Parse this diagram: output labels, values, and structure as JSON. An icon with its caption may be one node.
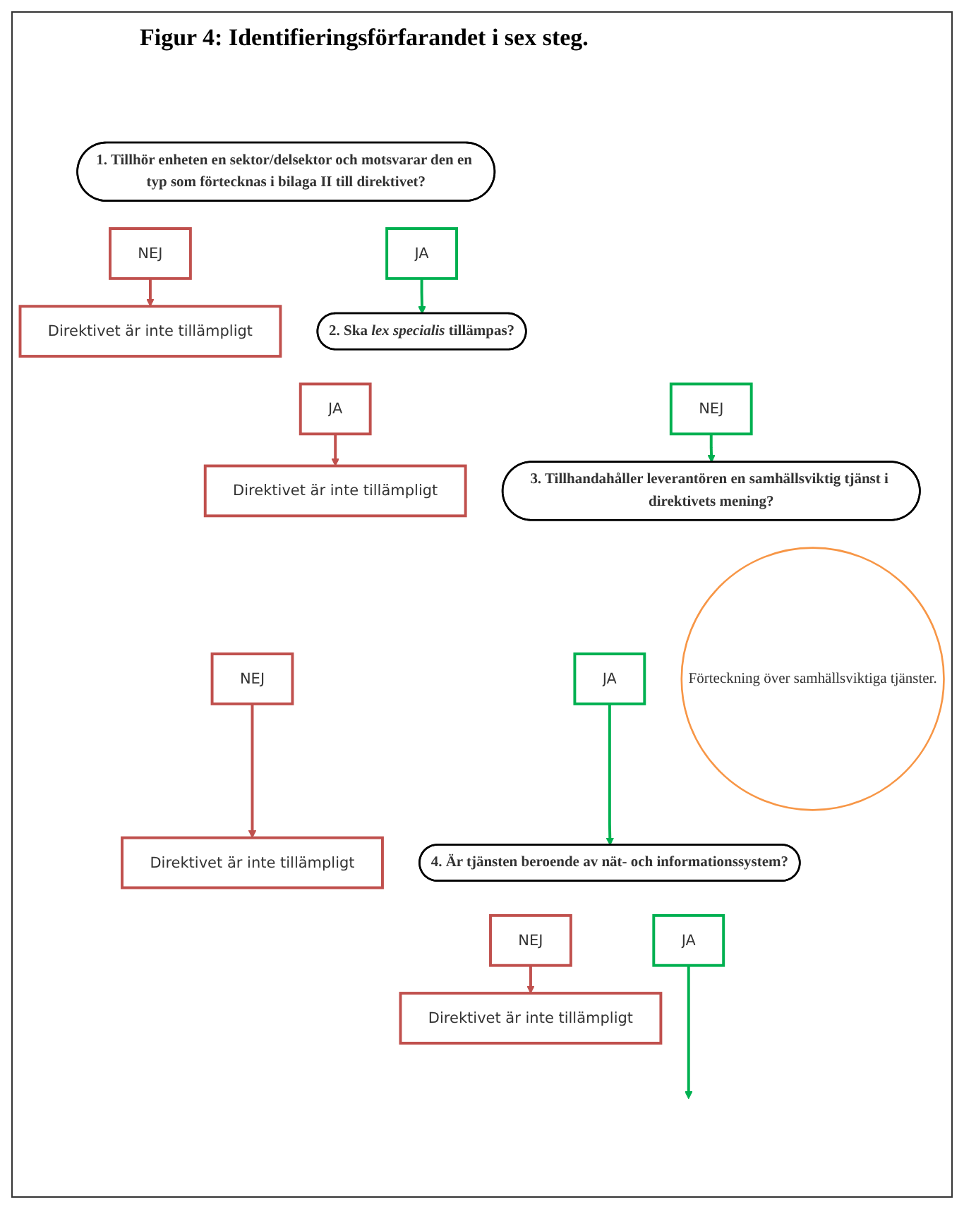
{
  "diagram": {
    "title": "Figur 4: Identifieringsförfarandet i sex steg.",
    "nodes": [
      {
        "text": [
          "1. Tillhör enheten en sektor/delsektor och motsvarar den en typ som förtecknas i bilaga II till direktivet?"
        ]
      },
      {
        "text": [
          "JA"
        ]
      },
      {
        "text": [
          "NEJ"
        ]
      },
      {
        "text": [
          "Direktivet är inte tillämpligt"
        ]
      },
      {
        "text": [
          "2. Ska *lex specialis* tillämpas?"
        ]
      },
      {
        "text": [
          "NEJ"
        ]
      },
      {
        "text": [
          "JA"
        ]
      },
      {
        "text": [
          "Direktivet är inte tillämpligt"
        ]
      },
      {
        "text": [
          "3. Tillhandahåller leverantören en samhällsviktig tjänst i direktivets mening?"
        ]
      },
      {
        "text": [
          "JA"
        ]
      },
      {
        "text": [
          "NEJ"
        ]
      },
      {
        "text": [
          "Direktivet är inte tillämpligt"
        ]
      },
      {
        "text": [
          "Förteckning över samhällsviktiga tjänster."
        ]
      },
      {
        "text": [
          "4. Är tjänsten beroende av nät- och informationssystem?"
        ]
      },
      {
        "text": [
          "JA"
        ]
      },
      {
        "text": [
          "NEJ"
        ]
      },
      {
        "text": [
          "Direktivet är inte tillämpligt"
        ]
      }
    ],
    "edges": [
      {
        "from": 2,
        "to": 3,
        "arrow": "to",
        "color": "#c0504d"
      },
      {
        "from": 1,
        "to": 4,
        "arrow": "to",
        "color": "#00b050"
      },
      {
        "from": 6,
        "to": 7,
        "arrow": "to",
        "color": "#c0504d"
      },
      {
        "from": 5,
        "to": 8,
        "arrow": "to",
        "color": "#00b050"
      },
      {
        "from": 10,
        "to": 11,
        "arrow": "to",
        "color": "#c0504d"
      },
      {
        "from": 9,
        "to": 13,
        "arrow": "to",
        "color": "#00b050"
      },
      {
        "from": 15,
        "to": 16,
        "arrow": "to",
        "color": "#c0504d"
      },
      {
        "from": 14,
        "to": null,
        "arrow": "to",
        "color": "#00b050"
      }
    ]
  }
}
